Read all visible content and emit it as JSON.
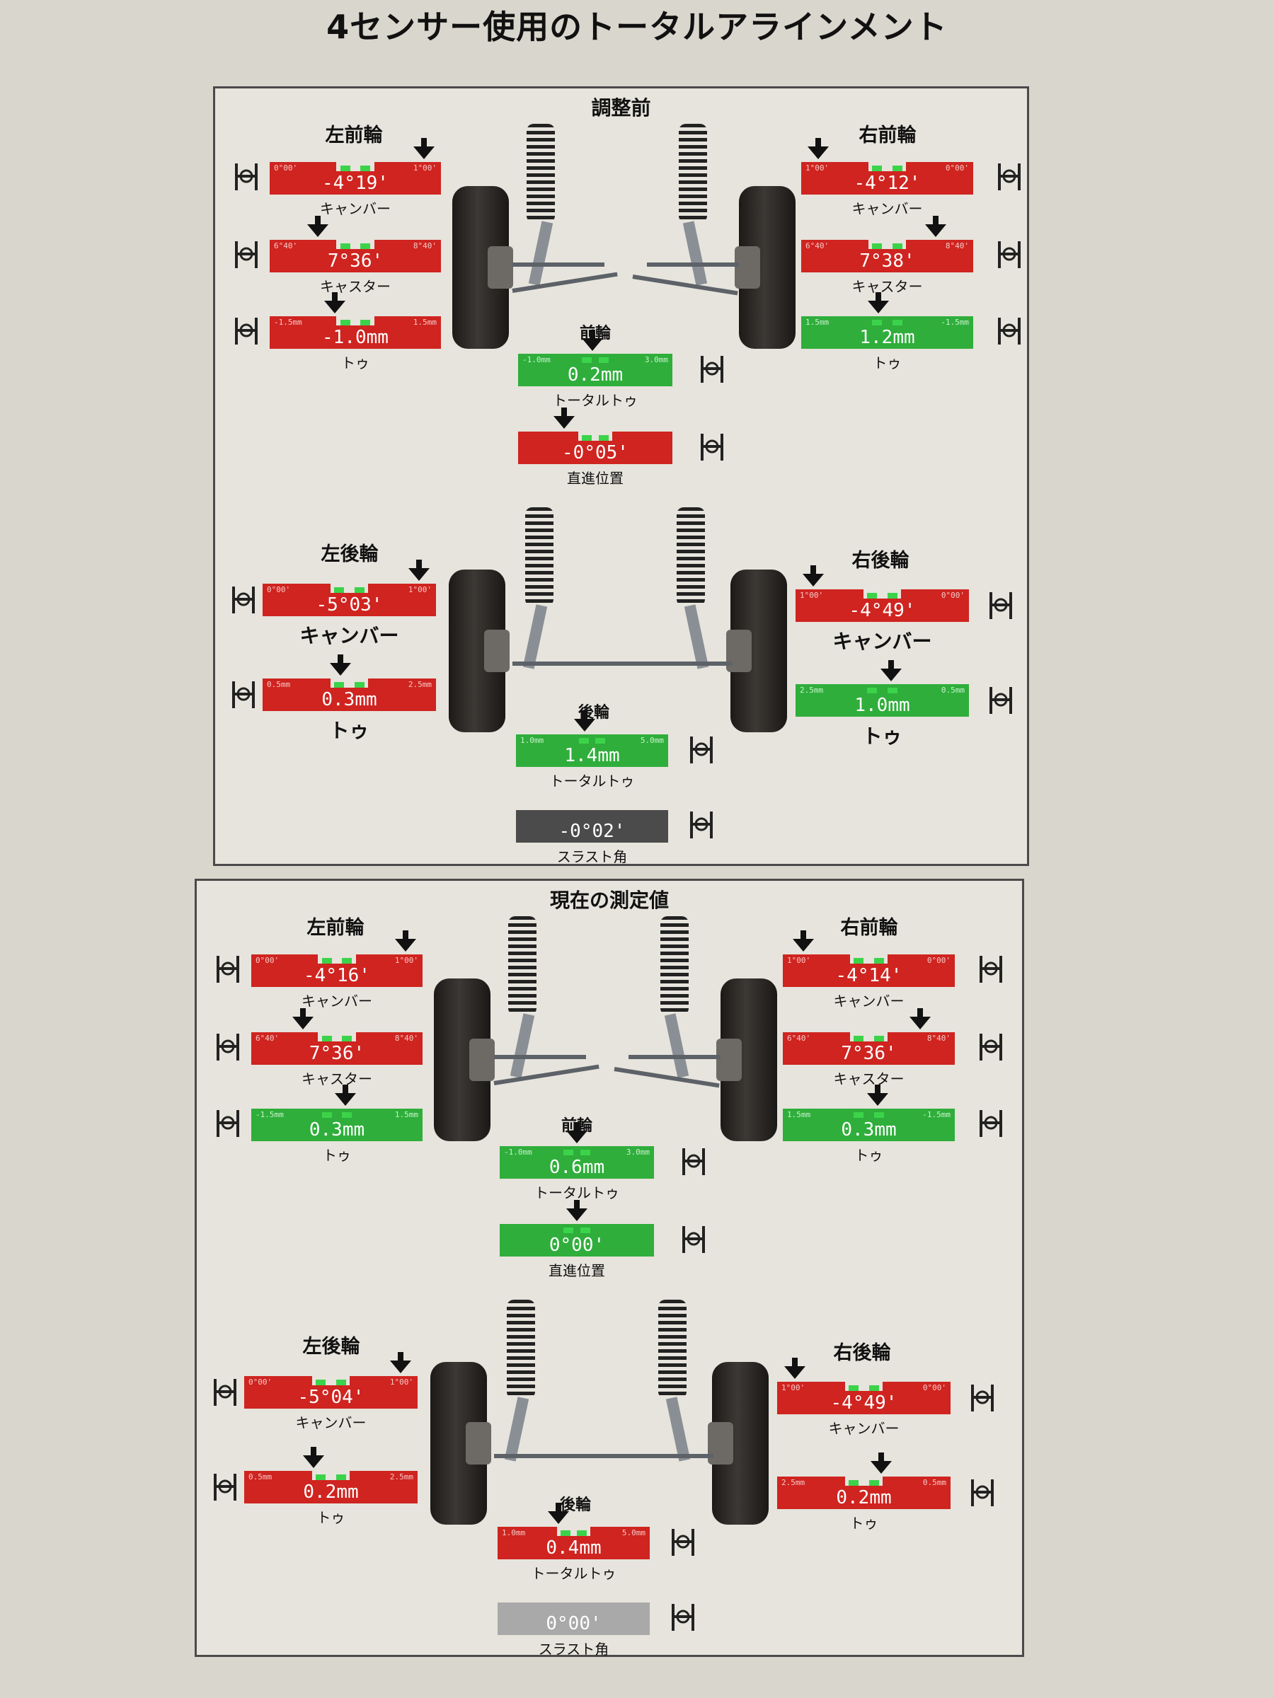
{
  "title": "4センサー使用のトータルアラインメント",
  "colors": {
    "red": "#cf2420",
    "green": "#2fae3b",
    "grey": "#4b4b4b"
  },
  "panels": [
    {
      "heading": "調整前",
      "front_left": {
        "label": "左前輪",
        "camber": {
          "name": "キャンバー",
          "value": "-4°19'",
          "min": "0°00'",
          "max": "1°00'",
          "status": "red",
          "pointer": 0.9
        },
        "caster": {
          "name": "キャスター",
          "value": "7°36'",
          "min": "6°40'",
          "max": "8°40'",
          "status": "red",
          "pointer": 0.28
        },
        "toe": {
          "name": "トゥ",
          "value": "-1.0mm",
          "min": "-1.5mm",
          "max": "1.5mm",
          "status": "red",
          "pointer": 0.38
        }
      },
      "front_right": {
        "label": "右前輪",
        "camber": {
          "name": "キャンバー",
          "value": "-4°12'",
          "min": "1°00'",
          "max": "0°00'",
          "status": "red",
          "pointer": 0.1
        },
        "caster": {
          "name": "キャスター",
          "value": "7°38'",
          "min": "6°40'",
          "max": "8°40'",
          "status": "red",
          "pointer": 0.78
        },
        "toe": {
          "name": "トゥ",
          "value": "1.2mm",
          "min": "1.5mm",
          "max": "-1.5mm",
          "status": "green",
          "pointer": 0.45
        }
      },
      "front_axle": {
        "label": "前輪",
        "total_toe": {
          "name": "トータルトゥ",
          "value": "0.2mm",
          "min": "-1.0mm",
          "max": "3.0mm",
          "status": "green",
          "pointer": 0.48
        },
        "straight": {
          "name": "直進位置",
          "value": "-0°05'",
          "min": "",
          "max": "",
          "status": "red",
          "pointer": 0.3
        }
      },
      "rear_left": {
        "label": "左後輪",
        "camber": {
          "name": "キャンバー",
          "value": "-5°03'",
          "min": "0°00'",
          "max": "1°00'",
          "status": "red",
          "pointer": 0.9
        },
        "toe": {
          "name": "トゥ",
          "value": "0.3mm",
          "min": "0.5mm",
          "max": "2.5mm",
          "status": "red",
          "pointer": 0.45
        }
      },
      "rear_right": {
        "label": "右後輪",
        "camber": {
          "name": "キャンバー",
          "value": "-4°49'",
          "min": "1°00'",
          "max": "0°00'",
          "status": "red",
          "pointer": 0.1
        },
        "toe": {
          "name": "トゥ",
          "value": "1.0mm",
          "min": "2.5mm",
          "max": "0.5mm",
          "status": "green",
          "pointer": 0.55
        }
      },
      "rear_axle": {
        "label": "後輪",
        "total_toe": {
          "name": "トータルトゥ",
          "value": "1.4mm",
          "min": "1.0mm",
          "max": "5.0mm",
          "status": "green",
          "pointer": 0.45
        },
        "thrust": {
          "name": "スラスト角",
          "value": "-0°02'",
          "min": "",
          "max": "",
          "status": "grey",
          "pointer": null
        }
      }
    },
    {
      "heading": "現在の測定値",
      "front_left": {
        "label": "左前輪",
        "camber": {
          "name": "キャンバー",
          "value": "-4°16'",
          "min": "0°00'",
          "max": "1°00'",
          "status": "red",
          "pointer": 0.9
        },
        "caster": {
          "name": "キャスター",
          "value": "7°36'",
          "min": "6°40'",
          "max": "8°40'",
          "status": "red",
          "pointer": 0.3
        },
        "toe": {
          "name": "トゥ",
          "value": "0.3mm",
          "min": "-1.5mm",
          "max": "1.5mm",
          "status": "green",
          "pointer": 0.55
        }
      },
      "front_right": {
        "label": "右前輪",
        "camber": {
          "name": "キャンバー",
          "value": "-4°14'",
          "min": "1°00'",
          "max": "0°00'",
          "status": "red",
          "pointer": 0.12
        },
        "caster": {
          "name": "キャスター",
          "value": "7°36'",
          "min": "6°40'",
          "max": "8°40'",
          "status": "red",
          "pointer": 0.8
        },
        "toe": {
          "name": "トゥ",
          "value": "0.3mm",
          "min": "1.5mm",
          "max": "-1.5mm",
          "status": "green",
          "pointer": 0.55
        }
      },
      "front_axle": {
        "label": "前輪",
        "total_toe": {
          "name": "トータルトゥ",
          "value": "0.6mm",
          "min": "-1.0mm",
          "max": "3.0mm",
          "status": "green",
          "pointer": 0.5
        },
        "straight": {
          "name": "直進位置",
          "value": "0°00'",
          "min": "",
          "max": "",
          "status": "green",
          "pointer": 0.5
        }
      },
      "rear_left": {
        "label": "左後輪",
        "camber": {
          "name": "キャンバー",
          "value": "-5°04'",
          "min": "0°00'",
          "max": "1°00'",
          "status": "red",
          "pointer": 0.9
        },
        "toe": {
          "name": "トゥ",
          "value": "0.2mm",
          "min": "0.5mm",
          "max": "2.5mm",
          "status": "red",
          "pointer": 0.4
        }
      },
      "rear_right": {
        "label": "右後輪",
        "camber": {
          "name": "キャンバー",
          "value": "-4°49'",
          "min": "1°00'",
          "max": "0°00'",
          "status": "red",
          "pointer": 0.1
        },
        "toe": {
          "name": "トゥ",
          "value": "0.2mm",
          "min": "2.5mm",
          "max": "0.5mm",
          "status": "red",
          "pointer": 0.6
        }
      },
      "rear_axle": {
        "label": "後輪",
        "total_toe": {
          "name": "トータルトゥ",
          "value": "0.4mm",
          "min": "1.0mm",
          "max": "5.0mm",
          "status": "red",
          "pointer": 0.4
        },
        "thrust": {
          "name": "スラスト角",
          "value": "0°00'",
          "min": "",
          "max": "",
          "status": "lightgrey",
          "pointer": null
        }
      }
    }
  ]
}
